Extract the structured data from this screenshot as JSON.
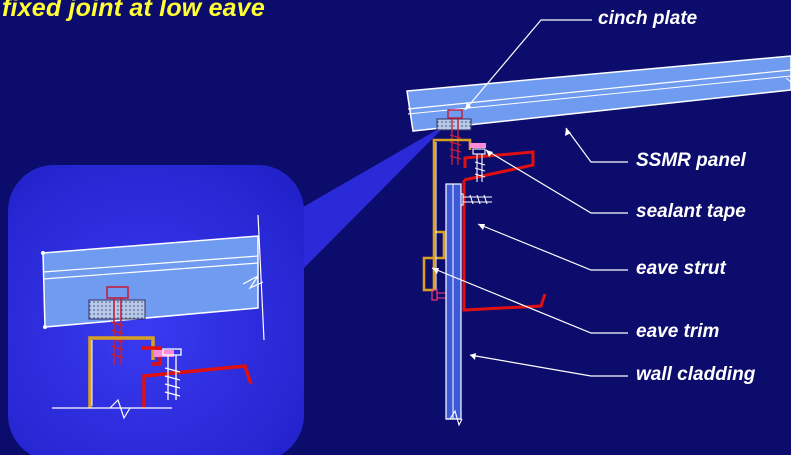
{
  "title": "fixed joint at low eave",
  "labels": {
    "cinch_plate": "cinch plate",
    "ssmr_panel": "SSMR panel",
    "sealant_tape": "sealant tape",
    "eave_strut": "eave strut",
    "eave_trim": "eave trim",
    "wall_cladding": "wall cladding"
  },
  "colors": {
    "background": "#0c0c6c",
    "title": "#ffff33",
    "panel_fill": "#6f9bf0",
    "strut": "#e01010",
    "trim": "#d8a020",
    "fastener": "#c02040",
    "detail_box": "#2a2ae0"
  }
}
